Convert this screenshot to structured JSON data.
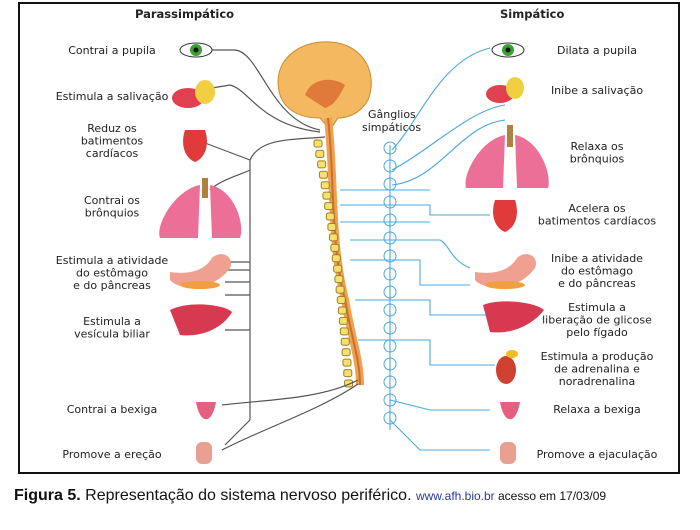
{
  "headers": {
    "left": "Parassimpático",
    "right": "Simpático"
  },
  "ganglia_label": [
    "Gânglios",
    "simpáticos"
  ],
  "parasympathetic": [
    {
      "organ": "eye",
      "lines": [
        "Contrai a pupila"
      ]
    },
    {
      "organ": "salivary-gland",
      "lines": [
        "Estimula a salivação"
      ]
    },
    {
      "organ": "heart",
      "lines": [
        "Reduz os",
        "batimentos",
        "cardíacos"
      ]
    },
    {
      "organ": "lungs",
      "lines": [
        "Contrai os",
        "brônquios"
      ]
    },
    {
      "organ": "stomach",
      "lines": [
        "Estimula a atividade",
        "do estômago",
        "e do pâncreas"
      ]
    },
    {
      "organ": "liver",
      "lines": [
        "Estimula a",
        "vesícula biliar"
      ]
    },
    {
      "organ": "bladder",
      "lines": [
        "Contrai a bexiga"
      ]
    },
    {
      "organ": "genitals",
      "lines": [
        "Promove a ereção"
      ]
    }
  ],
  "sympathetic": [
    {
      "organ": "eye",
      "lines": [
        "Dilata a pupila"
      ]
    },
    {
      "organ": "salivary-gland",
      "lines": [
        "Inibe a salivação"
      ]
    },
    {
      "organ": "lungs",
      "lines": [
        "Relaxa os",
        "brônquios"
      ]
    },
    {
      "organ": "heart",
      "lines": [
        "Acelera os",
        "batimentos cardíacos"
      ]
    },
    {
      "organ": "stomach",
      "lines": [
        "Inibe a atividade",
        "do estômago",
        "e do pâncreas"
      ]
    },
    {
      "organ": "liver",
      "lines": [
        "Estimula a",
        "liberação de glicose",
        "pelo fígado"
      ]
    },
    {
      "organ": "adrenal-kidney",
      "lines": [
        "Estimula a produção",
        "de adrenalina e",
        "noradrenalina"
      ]
    },
    {
      "organ": "bladder",
      "lines": [
        "Relaxa a bexiga"
      ]
    },
    {
      "organ": "genitals",
      "lines": [
        "Promove a ejaculação"
      ]
    }
  ],
  "caption": {
    "figure": "Figura 5.",
    "text": " Representação do sistema nervoso periférico. ",
    "url": "www.afh.bio.br",
    "access": " acesso em 17/03/09"
  },
  "colors": {
    "parasympathetic_nerve": "#555555",
    "sympathetic_nerve": "#4aa8de",
    "organ_pink": "#e0557a",
    "brain": "#f4b860"
  }
}
